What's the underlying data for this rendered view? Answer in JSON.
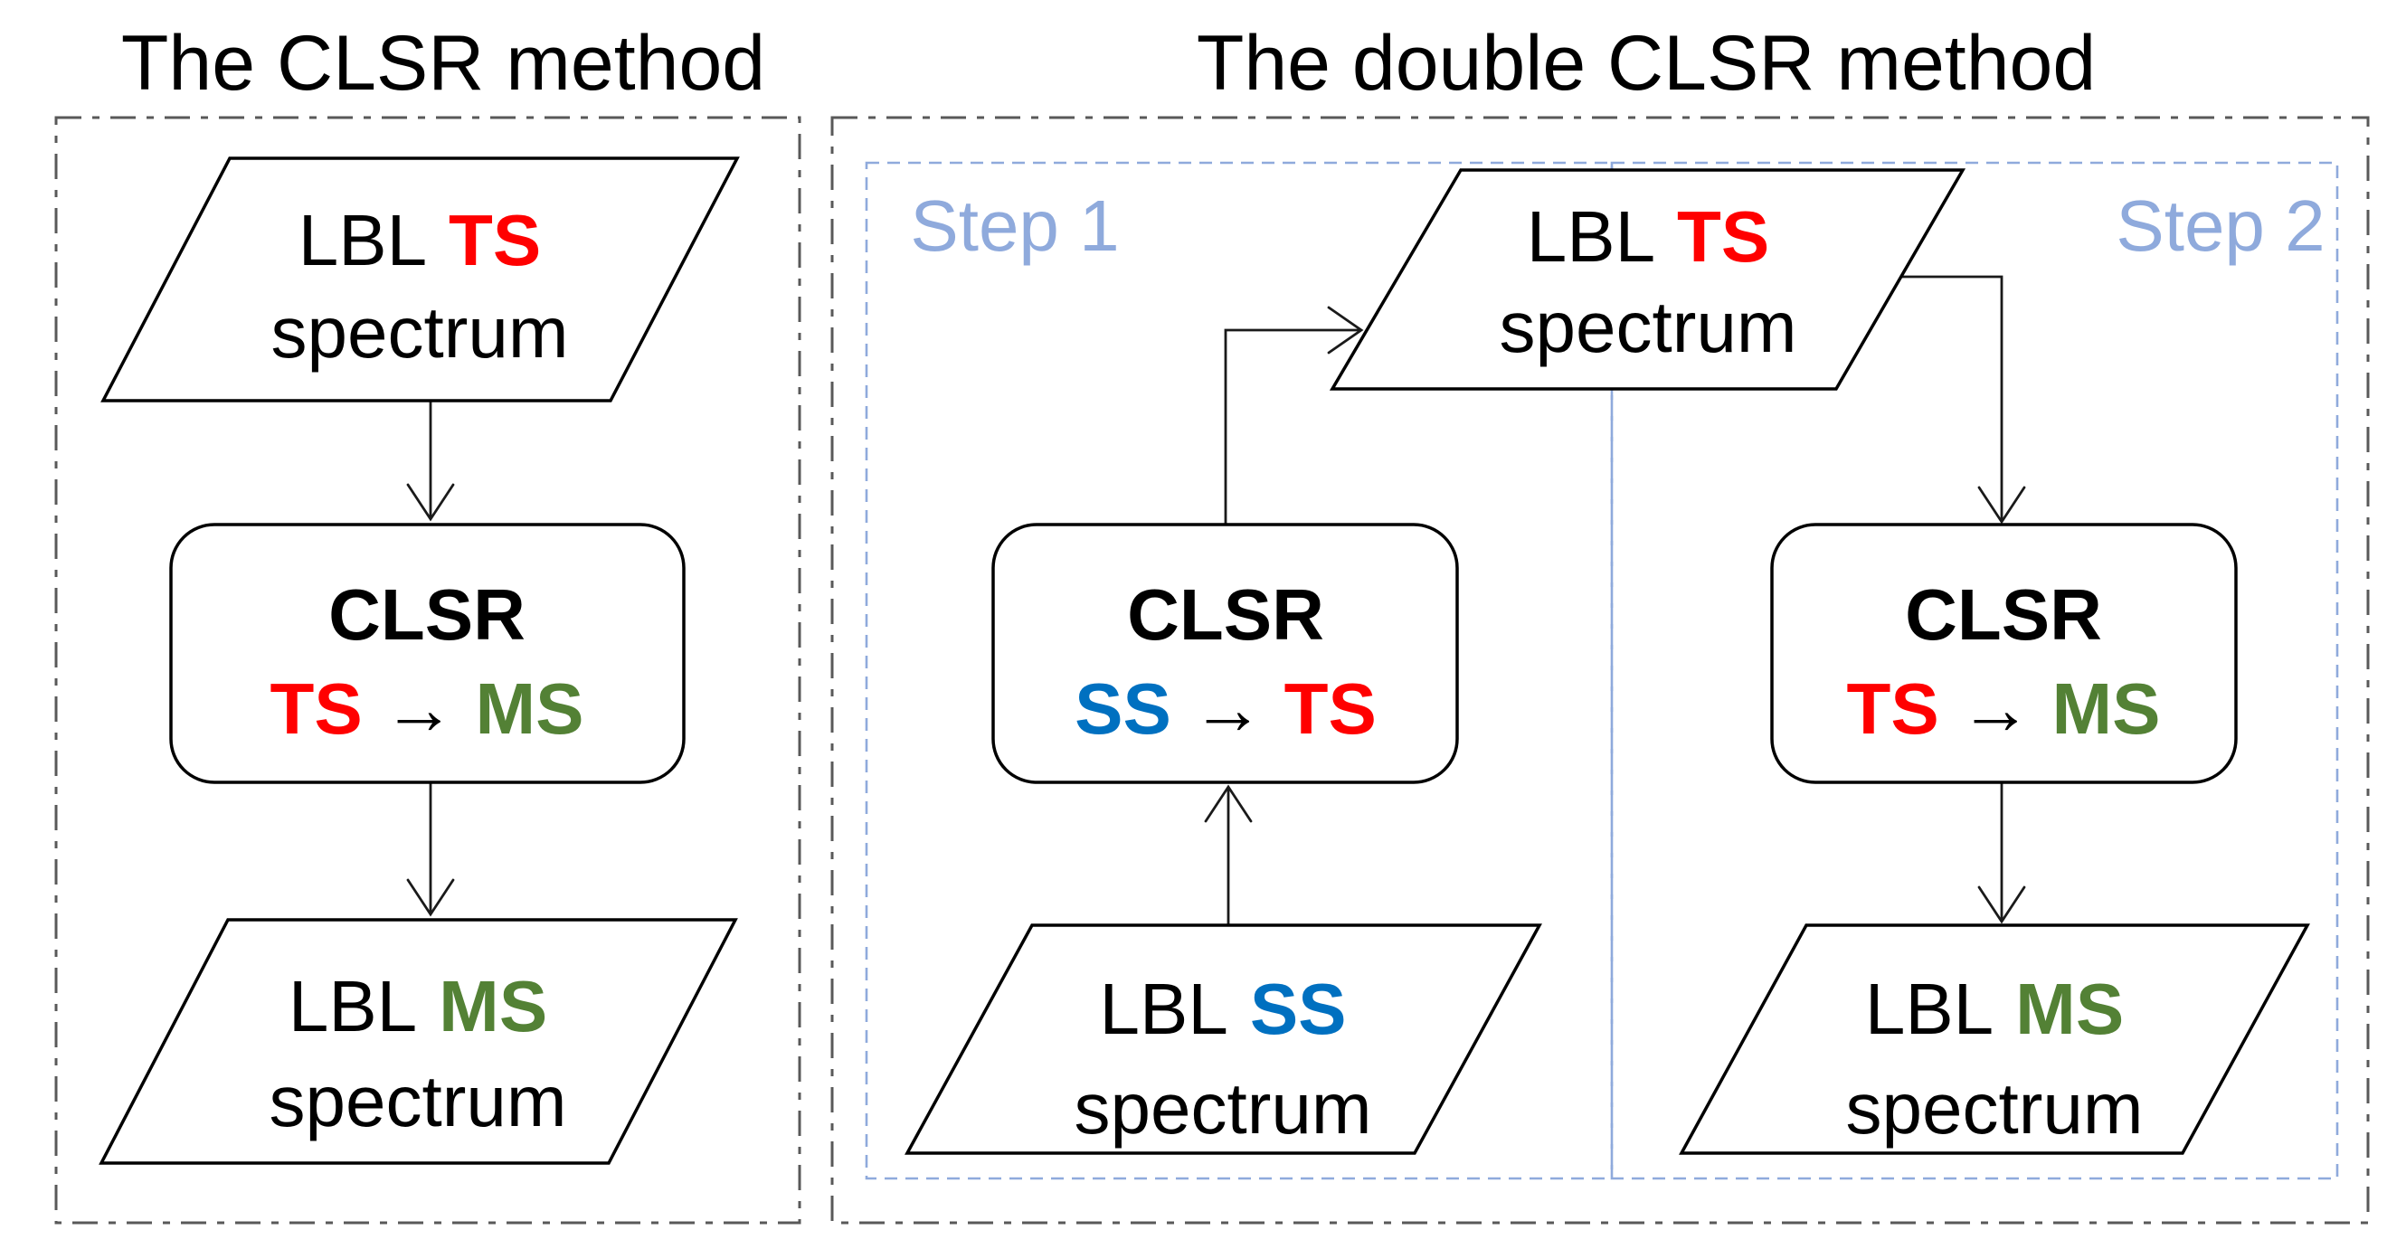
{
  "colors": {
    "ts_red": "#FF0000",
    "ms_green": "#538135",
    "ss_blue": "#0070C0",
    "step_label_blue": "#8FAADC",
    "step_border_blue": "#8FAADC",
    "outer_border_gray": "#595959",
    "shape_stroke": "#000000",
    "background": "#FFFFFF"
  },
  "left_panel": {
    "title": "The CLSR method",
    "input_node": {
      "prefix": "LBL",
      "token": "TS",
      "line2": "spectrum"
    },
    "process_node": {
      "name": "CLSR",
      "from": "TS",
      "arrow": "→",
      "to": "MS"
    },
    "output_node": {
      "prefix": "LBL",
      "token": "MS",
      "line2": "spectrum"
    }
  },
  "right_panel": {
    "title": "The double CLSR method",
    "shared_node": {
      "prefix": "LBL",
      "token": "TS",
      "line2": "spectrum"
    },
    "step1": {
      "label": "Step 1",
      "process_node": {
        "name": "CLSR",
        "from": "SS",
        "arrow": "→",
        "to": "TS"
      },
      "input_node": {
        "prefix": "LBL",
        "token": "SS",
        "line2": "spectrum"
      }
    },
    "step2": {
      "label": "Step 2",
      "process_node": {
        "name": "CLSR",
        "from": "TS",
        "arrow": "→",
        "to": "MS"
      },
      "output_node": {
        "prefix": "LBL",
        "token": "MS",
        "line2": "spectrum"
      }
    }
  }
}
